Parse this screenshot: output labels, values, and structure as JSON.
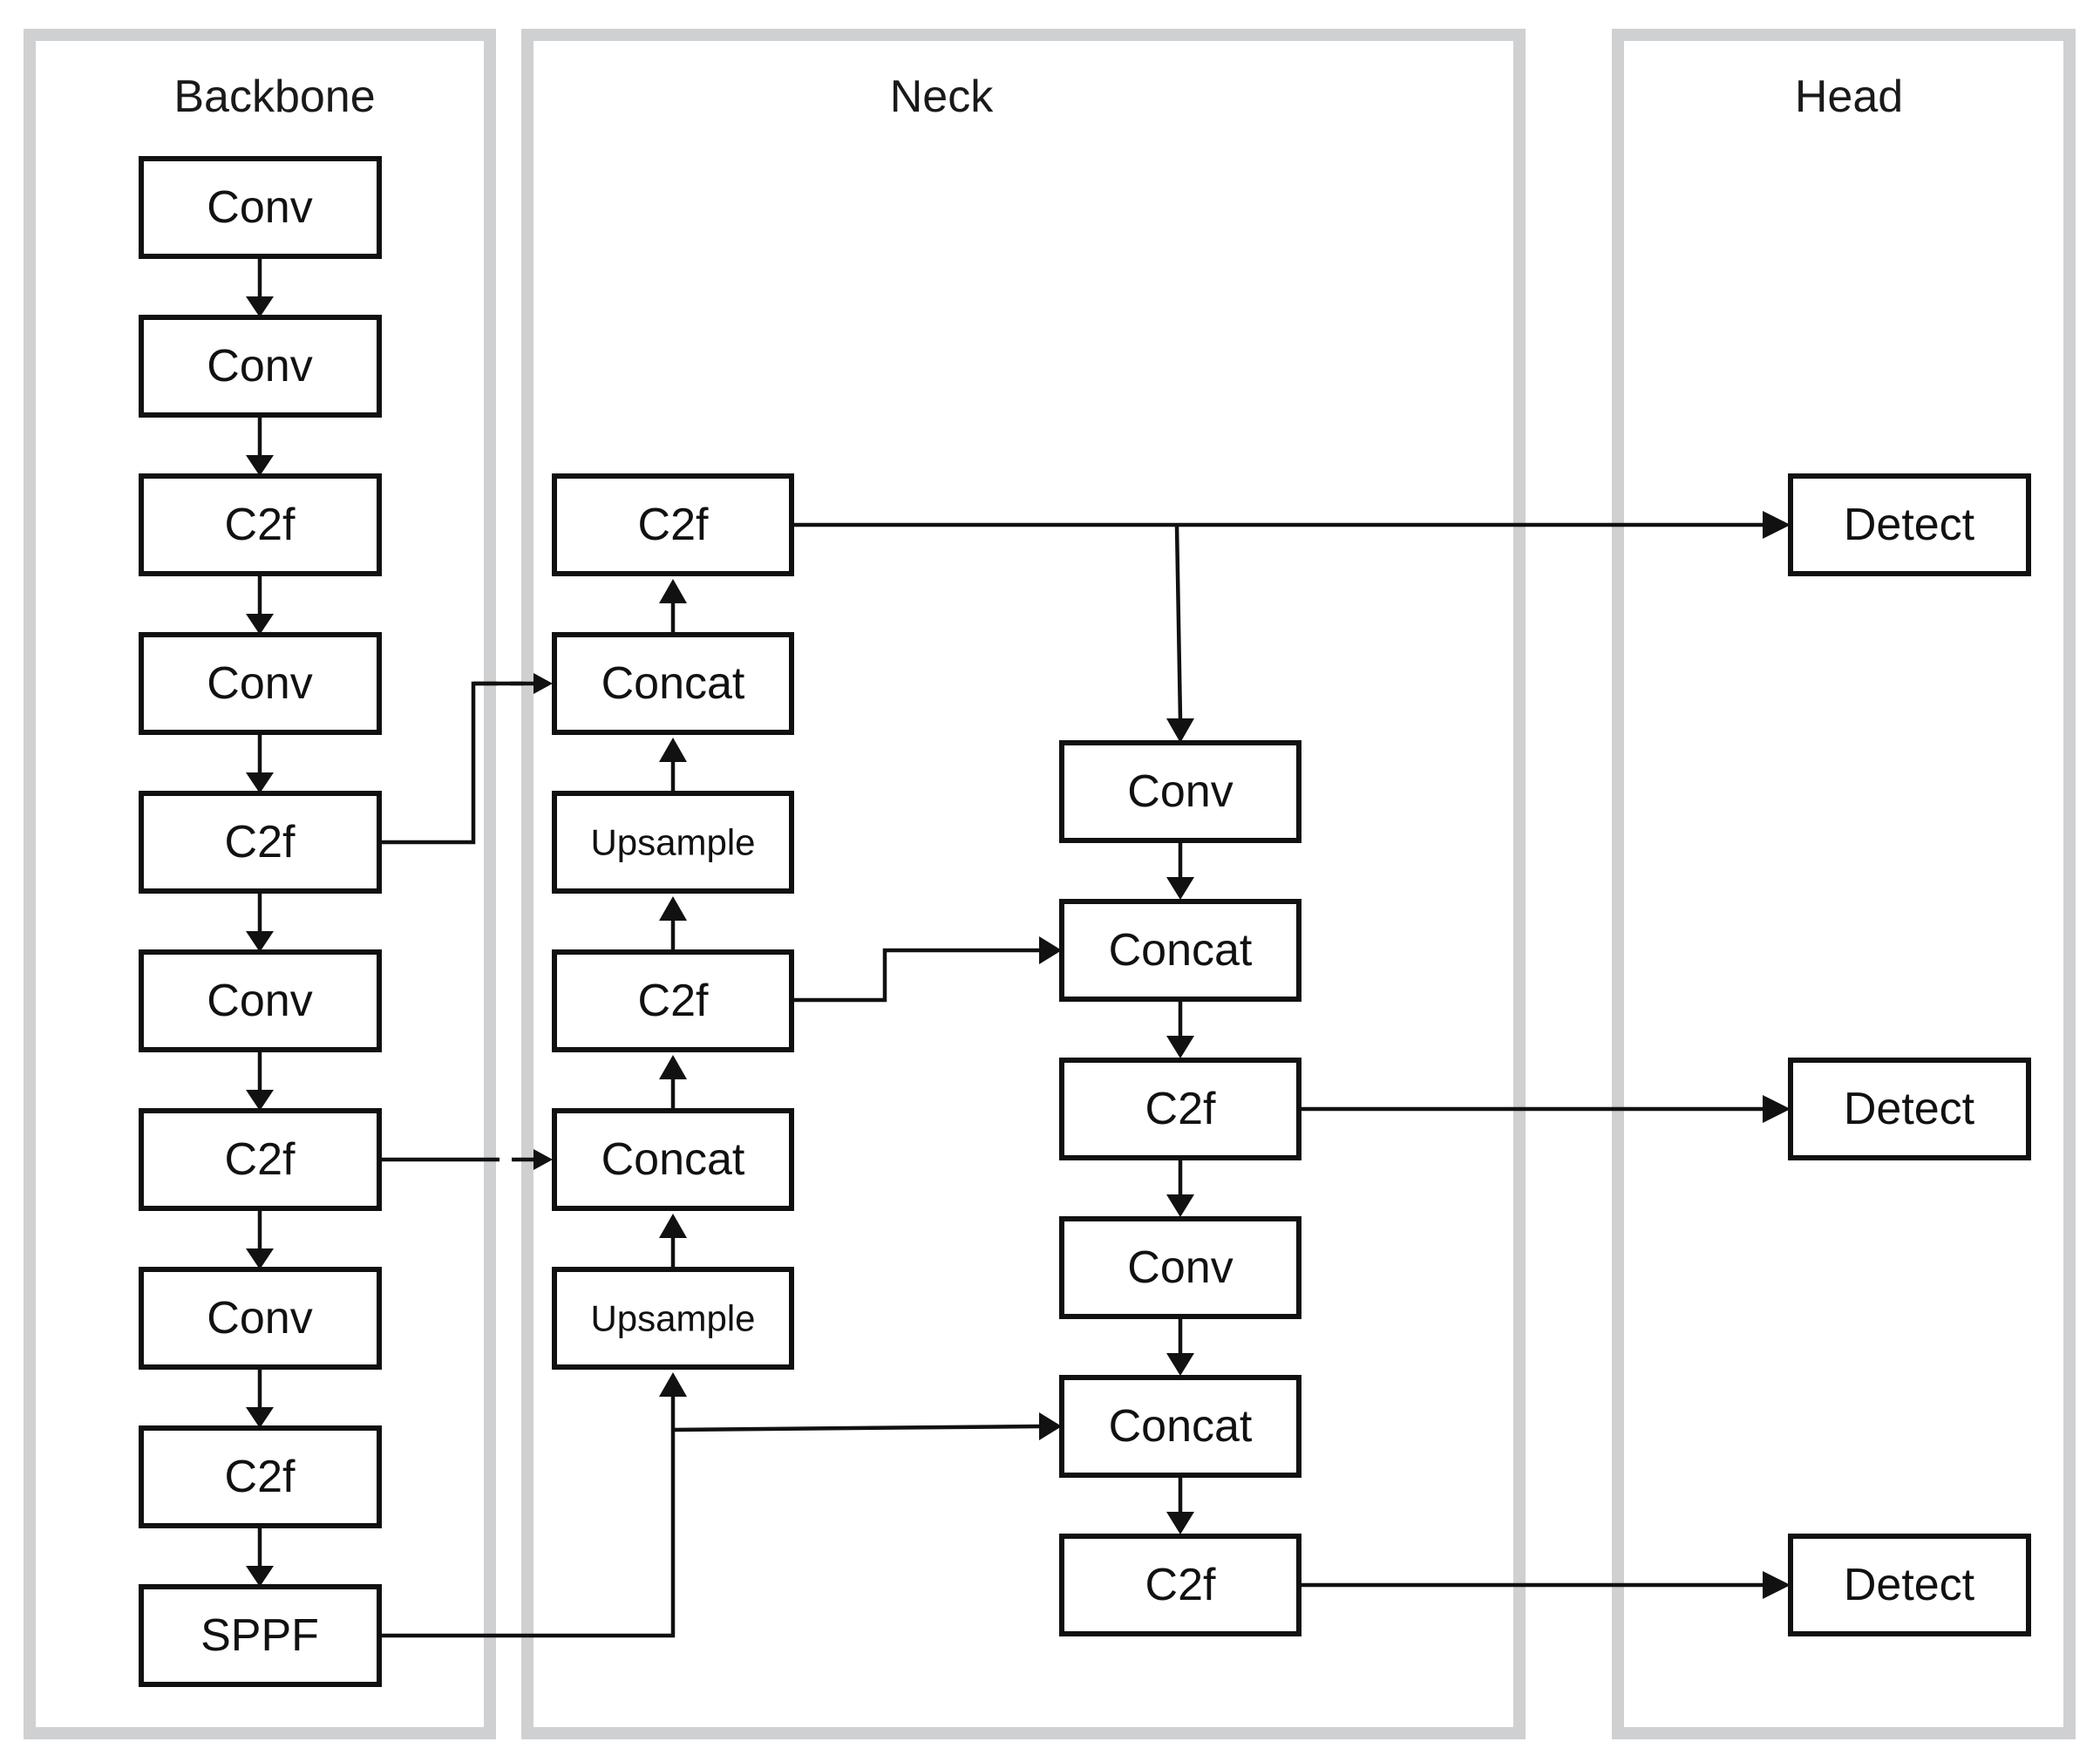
{
  "panels": {
    "backbone": "Backbone",
    "neck": "Neck",
    "head": "Head"
  },
  "nodes": {
    "b1": "Conv",
    "b2": "Conv",
    "b3": "C2f",
    "b4": "Conv",
    "b5": "C2f",
    "b6": "Conv",
    "b7": "C2f",
    "b8": "Conv",
    "b9": "C2f",
    "b10": "SPPF",
    "n1": "C2f",
    "n2": "Concat",
    "n3": "Upsample",
    "n4": "C2f",
    "n5": "Concat",
    "n6": "Upsample",
    "p1": "Conv",
    "p2": "Concat",
    "p3": "C2f",
    "p4": "Conv",
    "p5": "Concat",
    "p6": "C2f",
    "h1": "Detect",
    "h2": "Detect",
    "h3": "Detect"
  },
  "colors": {
    "panel_border": "#cfd0d2",
    "box_border": "#111111",
    "line": "#111111"
  }
}
